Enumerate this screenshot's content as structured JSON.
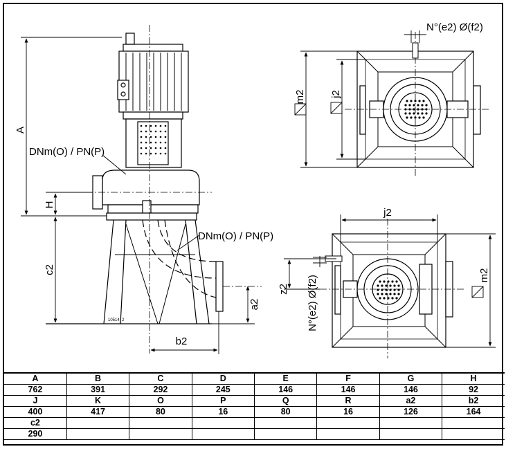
{
  "labels": {
    "A": "A",
    "H": "H",
    "c2": "c2",
    "b2": "b2",
    "a2": "a2",
    "z2": "z2",
    "j2_top": "j2",
    "j2_bottom": "j2",
    "m2_top": "m2",
    "m2_bottom": "m2",
    "flange_upper": "DNm(O) / PN(P)",
    "flange_lower": "DNm(O) / PN(P)",
    "bolts_top": "N°(e2) Ø(f2)",
    "bolts_bottom": "N°(e2) Ø(f2)",
    "drawing_number": "10514_2"
  },
  "table": {
    "rows": [
      [
        "A",
        "B",
        "C",
        "D",
        "E",
        "F",
        "G",
        "H"
      ],
      [
        "762",
        "391",
        "292",
        "245",
        "146",
        "146",
        "146",
        "92"
      ],
      [
        "J",
        "K",
        "O",
        "P",
        "Q",
        "R",
        "a2",
        "b2"
      ],
      [
        "400",
        "417",
        "80",
        "16",
        "80",
        "16",
        "126",
        "164"
      ],
      [
        "c2",
        "",
        "",
        "",
        "",
        "",
        "",
        ""
      ],
      [
        "290",
        "",
        "",
        "",
        "",
        "",
        "",
        ""
      ]
    ]
  }
}
